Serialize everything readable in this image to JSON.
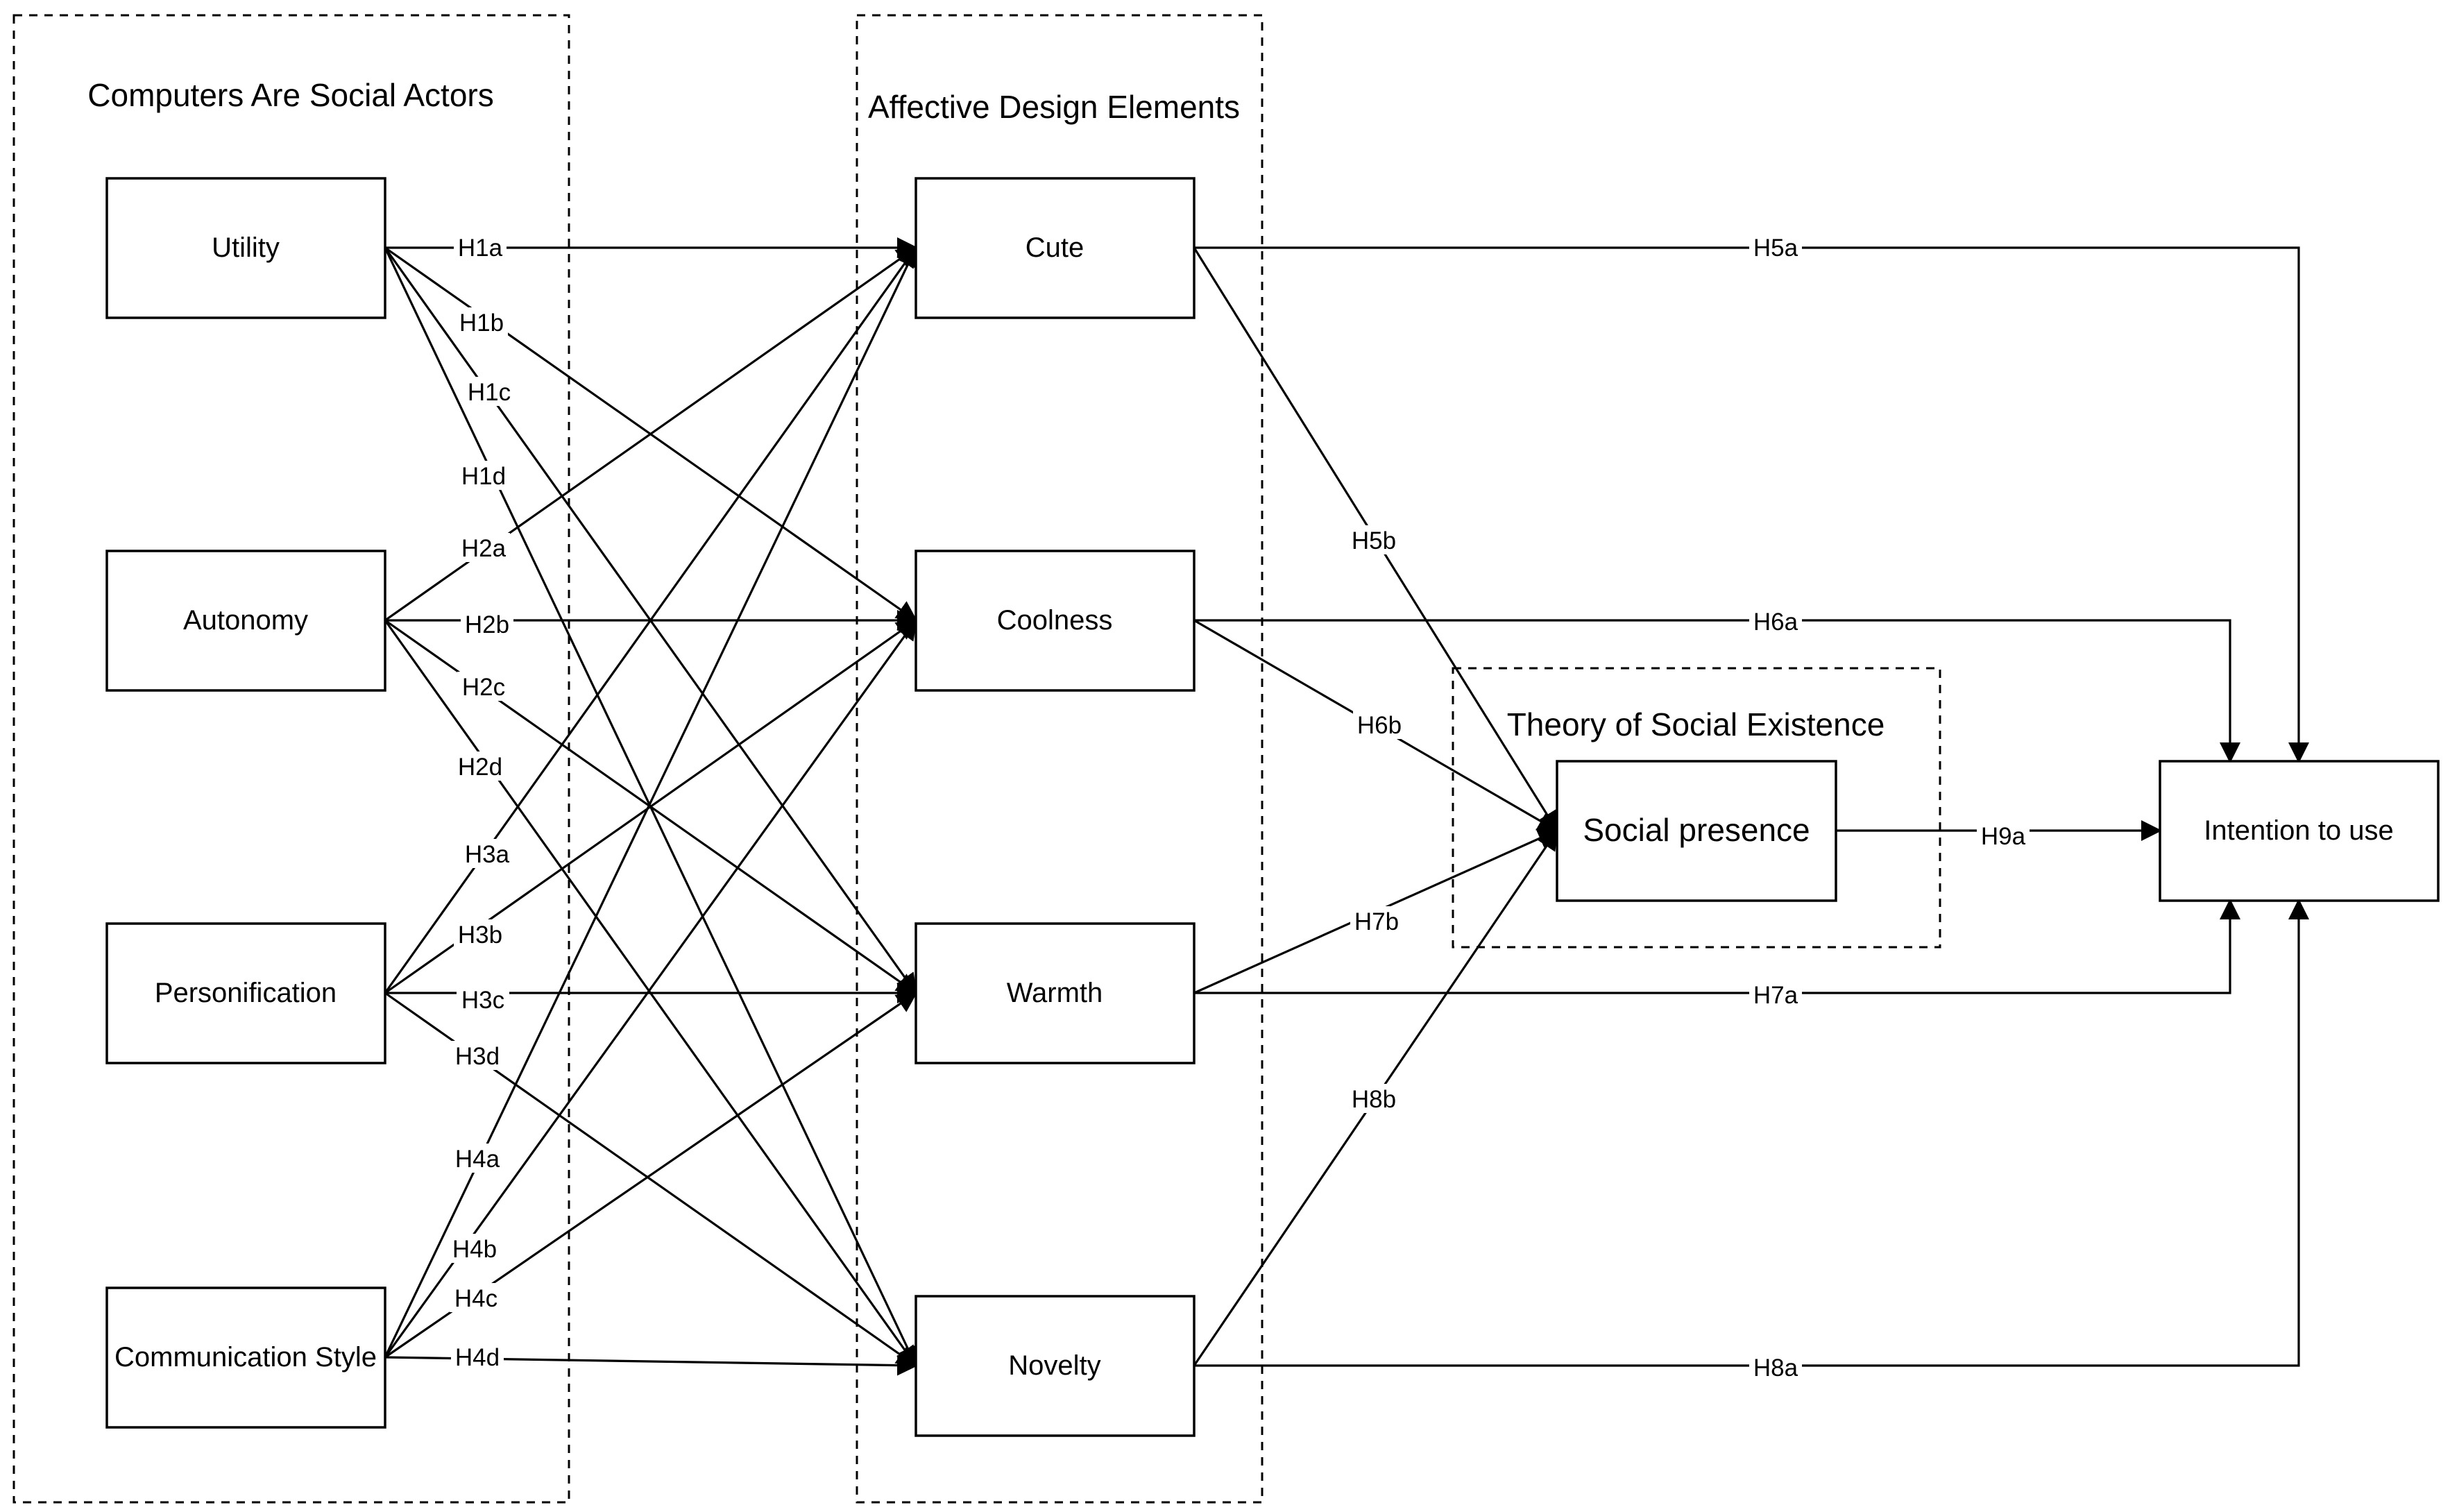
{
  "groups": {
    "casa": {
      "title": "Computers Are Social Actors"
    },
    "ade": {
      "title": "Affective Design Elements"
    },
    "tse": {
      "title": "Theory of Social Existence"
    }
  },
  "nodes": {
    "utility": {
      "label": "Utility"
    },
    "autonomy": {
      "label": "Autonomy"
    },
    "personification": {
      "label": "Personification"
    },
    "communication_style": {
      "label": "Communication Style"
    },
    "cute": {
      "label": "Cute"
    },
    "coolness": {
      "label": "Coolness"
    },
    "warmth": {
      "label": "Warmth"
    },
    "novelty": {
      "label": "Novelty"
    },
    "social_presence": {
      "label": "Social presence"
    },
    "intention_to_use": {
      "label": "Intention to use"
    }
  },
  "edges": [
    {
      "id": "H1a",
      "from": "Utility",
      "to": "Cute"
    },
    {
      "id": "H1b",
      "from": "Utility",
      "to": "Coolness"
    },
    {
      "id": "H1c",
      "from": "Utility",
      "to": "Warmth"
    },
    {
      "id": "H1d",
      "from": "Utility",
      "to": "Novelty"
    },
    {
      "id": "H2a",
      "from": "Autonomy",
      "to": "Cute"
    },
    {
      "id": "H2b",
      "from": "Autonomy",
      "to": "Coolness"
    },
    {
      "id": "H2c",
      "from": "Autonomy",
      "to": "Warmth"
    },
    {
      "id": "H2d",
      "from": "Autonomy",
      "to": "Novelty"
    },
    {
      "id": "H3a",
      "from": "Personification",
      "to": "Cute"
    },
    {
      "id": "H3b",
      "from": "Personification",
      "to": "Coolness"
    },
    {
      "id": "H3c",
      "from": "Personification",
      "to": "Warmth"
    },
    {
      "id": "H3d",
      "from": "Personification",
      "to": "Novelty"
    },
    {
      "id": "H4a",
      "from": "Communication Style",
      "to": "Cute"
    },
    {
      "id": "H4b",
      "from": "Communication Style",
      "to": "Coolness"
    },
    {
      "id": "H4c",
      "from": "Communication Style",
      "to": "Warmth"
    },
    {
      "id": "H4d",
      "from": "Communication Style",
      "to": "Novelty"
    },
    {
      "id": "H5a",
      "from": "Cute",
      "to": "Intention to use"
    },
    {
      "id": "H5b",
      "from": "Cute",
      "to": "Social presence"
    },
    {
      "id": "H6a",
      "from": "Coolness",
      "to": "Intention to use"
    },
    {
      "id": "H6b",
      "from": "Coolness",
      "to": "Social presence"
    },
    {
      "id": "H7a",
      "from": "Warmth",
      "to": "Intention to use"
    },
    {
      "id": "H7b",
      "from": "Warmth",
      "to": "Social presence"
    },
    {
      "id": "H8a",
      "from": "Novelty",
      "to": "Intention to use"
    },
    {
      "id": "H8b",
      "from": "Novelty",
      "to": "Social presence"
    },
    {
      "id": "H9a",
      "from": "Social presence",
      "to": "Intention to use"
    }
  ]
}
